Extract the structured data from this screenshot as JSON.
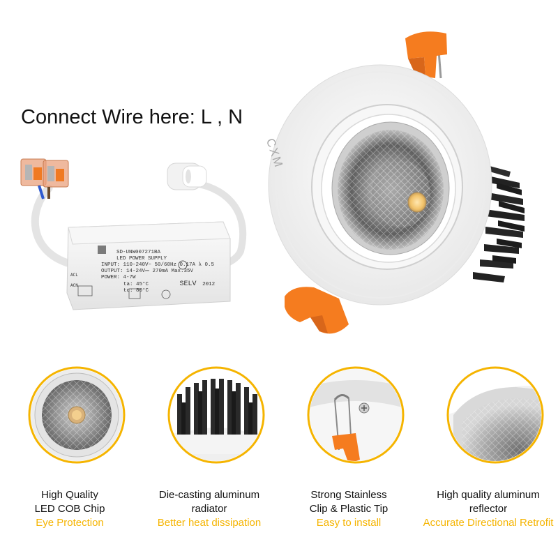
{
  "headline": "Connect Wire here: L , N",
  "brand": "CXM",
  "driver_label": {
    "model": "SD-UNW007271BA",
    "type": "LED POWER SUPPLY",
    "input": "INPUT: 110-240V~ 50/60Hz 0.17A  λ 0.5",
    "output": "OUTPUT: 14-24V⎓ 270mA Max.35V",
    "power": "POWER: 4-7W",
    "ta": "ta: 45°C",
    "tc": "tc: 80°C",
    "selv": "SELV",
    "year": "2012",
    "acl": "ACL",
    "acn": "ACN"
  },
  "features": [
    {
      "title": "High Quality",
      "subtitle": "LED COB Chip",
      "highlight": "Eye Protection",
      "icon": "cob-chip-closeup"
    },
    {
      "title": "Die-casting aluminum",
      "subtitle": "radiator",
      "highlight": "Better heat dissipation",
      "icon": "heatsink-closeup"
    },
    {
      "title": "Strong Stainless",
      "subtitle": "Clip & Plastic Tip",
      "highlight": "Easy to install",
      "icon": "spring-clip-closeup"
    },
    {
      "title": "High quality aluminum",
      "subtitle": "reflector",
      "highlight": "Accurate Directional Retrofit",
      "icon": "reflector-closeup"
    }
  ],
  "colors": {
    "highlight": "#f5b400",
    "clip_orange": "#f57c1f",
    "heatsink": "#2a2a2a",
    "housing": "#f4f4f4"
  }
}
